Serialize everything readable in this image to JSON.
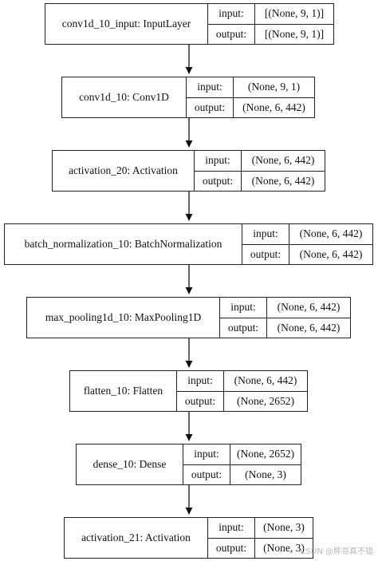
{
  "nodes": [
    {
      "name": "conv1d_10_input: InputLayer",
      "input_label": "input:",
      "input_value": "[(None, 9, 1)]",
      "output_label": "output:",
      "output_value": "[(None, 9, 1)]"
    },
    {
      "name": "conv1d_10: Conv1D",
      "input_label": "input:",
      "input_value": "(None, 9, 1)",
      "output_label": "output:",
      "output_value": "(None, 6, 442)"
    },
    {
      "name": "activation_20: Activation",
      "input_label": "input:",
      "input_value": "(None, 6, 442)",
      "output_label": "output:",
      "output_value": "(None, 6, 442)"
    },
    {
      "name": "batch_normalization_10: BatchNormalization",
      "input_label": "input:",
      "input_value": "(None, 6, 442)",
      "output_label": "output:",
      "output_value": "(None, 6, 442)"
    },
    {
      "name": "max_pooling1d_10: MaxPooling1D",
      "input_label": "input:",
      "input_value": "(None, 6, 442)",
      "output_label": "output:",
      "output_value": "(None, 6, 442)"
    },
    {
      "name": "flatten_10: Flatten",
      "input_label": "input:",
      "input_value": "(None, 6, 442)",
      "output_label": "output:",
      "output_value": "(None, 2652)"
    },
    {
      "name": "dense_10: Dense",
      "input_label": "input:",
      "input_value": "(None, 2652)",
      "output_label": "output:",
      "output_value": "(None, 3)"
    },
    {
      "name": "activation_21: Activation",
      "input_label": "input:",
      "input_value": "(None, 3)",
      "output_label": "output:",
      "output_value": "(None, 3)"
    }
  ],
  "watermark": "CSDN @胖哥真不错",
  "colors": {
    "border": "#222222",
    "arrow": "#111111",
    "background": "#ffffff"
  }
}
